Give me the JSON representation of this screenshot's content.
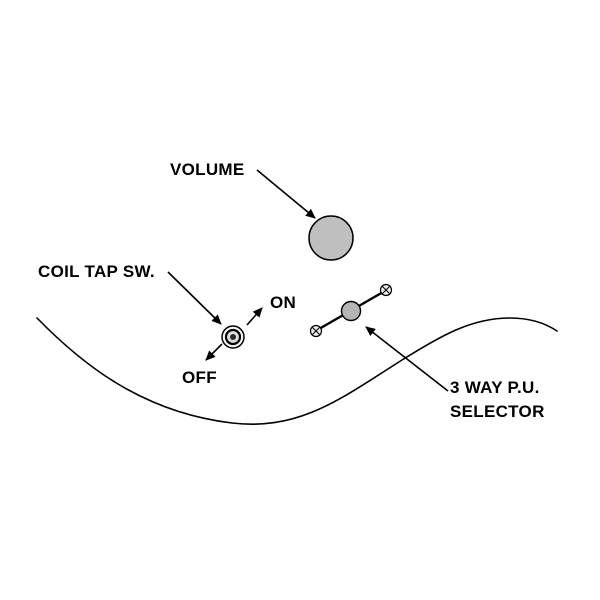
{
  "diagram": {
    "type": "guitar-controls-callout-diagram",
    "labels": {
      "volume": "VOLUME",
      "coil_tap": "COIL TAP SW.",
      "on": "ON",
      "off": "OFF",
      "selector_line1": "3 WAY P.U.",
      "selector_line2": "SELECTOR"
    },
    "colors": {
      "background": "#ffffff",
      "line": "#000000",
      "volume_knob_fill": "#bfbfbf",
      "selector_hub_fill": "#b5b5b5",
      "screw_fill": "#ededed",
      "coil_knob_outer_fill": "#f5f5f5",
      "coil_knob_mid_fill": "#dedede",
      "coil_knob_center_fill": "#2b2b2b"
    }
  }
}
